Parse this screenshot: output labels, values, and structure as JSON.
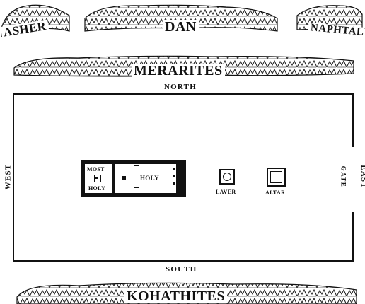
{
  "tribes": {
    "top_left": "ASHER",
    "top_center": "DAN",
    "top_right": "NAPHTALI",
    "north_row": "MERARITES",
    "south_row": "KOHATHITES"
  },
  "directions": {
    "north": "NORTH",
    "south": "SOUTH",
    "west": "WEST",
    "east": "EAST"
  },
  "tabernacle": {
    "most_holy_line1": "MOST",
    "most_holy_line2": "HOLY",
    "holy": "HOLY"
  },
  "furnishings": {
    "laver": "LAVER",
    "altar": "ALTAR"
  },
  "gate_label": "GATE"
}
